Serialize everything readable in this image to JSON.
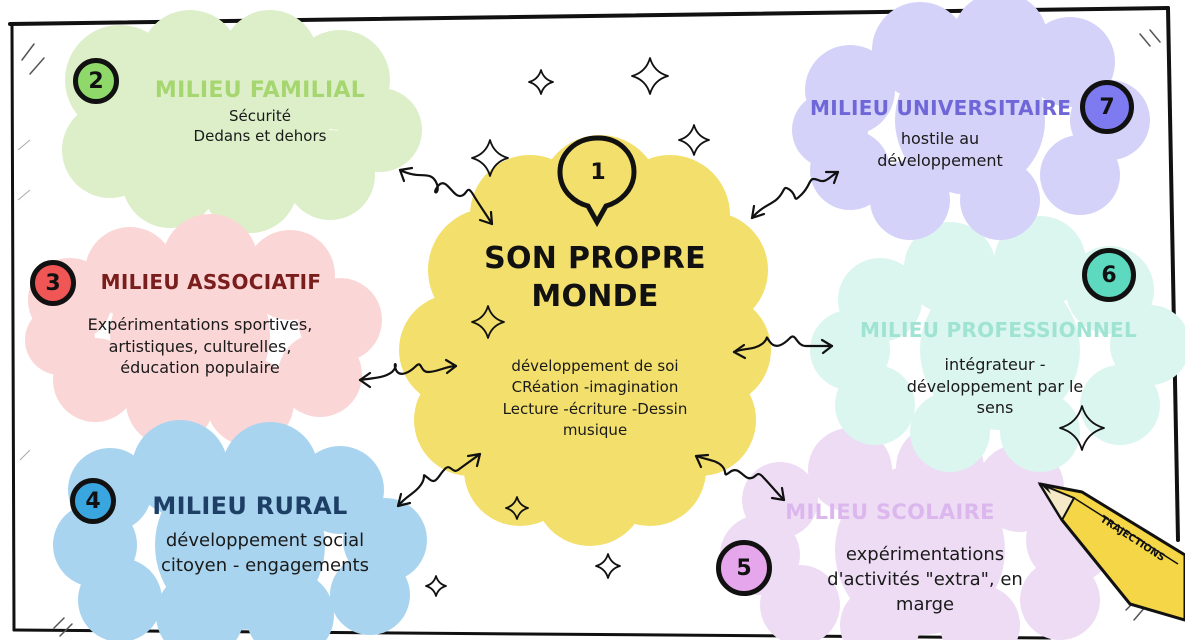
{
  "center": {
    "number": "1",
    "title": [
      "SON PROPRE",
      "MONDE"
    ],
    "lines": [
      "développement de soi",
      "CRéation -imagination",
      "Lecture -écriture -Dessin",
      "musique"
    ]
  },
  "nodes": [
    {
      "id": "familial",
      "number": "2",
      "title": "MILIEU FAMILIAL",
      "lines": [
        "Sécurité",
        "Dedans et dehors"
      ]
    },
    {
      "id": "associatif",
      "number": "3",
      "title": "MILIEU ASSOCIATIF",
      "lines": [
        "Expérimentations sportives,",
        "artistiques, culturelles,",
        "éducation populaire"
      ]
    },
    {
      "id": "rural",
      "number": "4",
      "title": "MILIEU RURAL",
      "lines": [
        "développement social",
        "citoyen - engagements"
      ]
    },
    {
      "id": "scolaire",
      "number": "5",
      "title": "MILIEU SCOLAIRE",
      "lines": [
        "expérimentations",
        "d'activités \"extra\", en",
        "marge"
      ]
    },
    {
      "id": "professionnel",
      "number": "6",
      "title": "MILIEU PROFESSIONNEL",
      "lines": [
        "intégrateur -",
        "développement par le",
        "sens"
      ]
    },
    {
      "id": "universitaire",
      "number": "7",
      "title": "MILIEU UNIVERSITAIRE",
      "lines": [
        "hostile au",
        "développement"
      ]
    }
  ],
  "pencil_label": "TRAJECTIONS",
  "colors": {
    "center_cloud": "#f3df6b",
    "familial_cloud": "#dcefc8",
    "familial_title": "#a6d66f",
    "familial_badge": "#8fd86a",
    "associatif_cloud": "#fbd6d6",
    "associatif_title": "#7a1d1d",
    "associatif_badge": "#f05656",
    "rural_cloud": "#a9d4ef",
    "rural_title": "#1d3f66",
    "rural_badge": "#3aa6e0",
    "scolaire_cloud": "#eedcf5",
    "scolaire_title": "#dcb7ee",
    "scolaire_badge": "#e6a6ec",
    "professionnel_cloud": "#dbf5ef",
    "professionnel_title": "#9fe3d3",
    "professionnel_badge": "#5dd9bf",
    "universitaire_cloud": "#d4d2f8",
    "universitaire_title": "#6f66d8",
    "universitaire_badge": "#7e7bf0",
    "pencil": "#f4d646",
    "ink": "#111111"
  },
  "icons": [
    "sparkle-icon",
    "curly-arrow-icon",
    "speech-pin-icon",
    "pencil-icon"
  ]
}
